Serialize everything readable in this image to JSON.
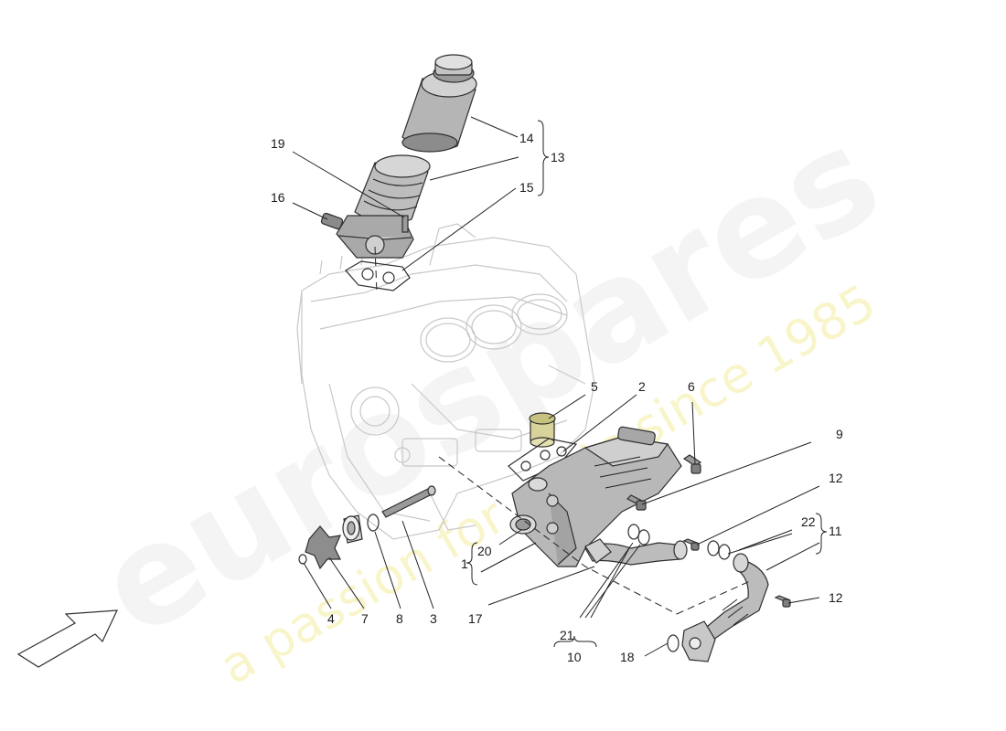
{
  "watermark": {
    "brand": "eurospares",
    "tagline": "a passion for parts since 1985"
  },
  "callouts": {
    "n1": "1",
    "n2": "2",
    "n3": "3",
    "n4": "4",
    "n5": "5",
    "n6": "6",
    "n7": "7",
    "n8": "8",
    "n9": "9",
    "n10": "10",
    "n11": "11",
    "n12a": "12",
    "n12b": "12",
    "n13": "13",
    "n14": "14",
    "n15": "15",
    "n16": "16",
    "n17": "17",
    "n18": "18",
    "n19": "19",
    "n20": "20",
    "n21": "21",
    "n22": "22"
  },
  "colors": {
    "part_fill": "#bdbdbd",
    "part_dark": "#8f8f8f",
    "part_light": "#dedede",
    "yellow_insert": "#d7d39a"
  }
}
